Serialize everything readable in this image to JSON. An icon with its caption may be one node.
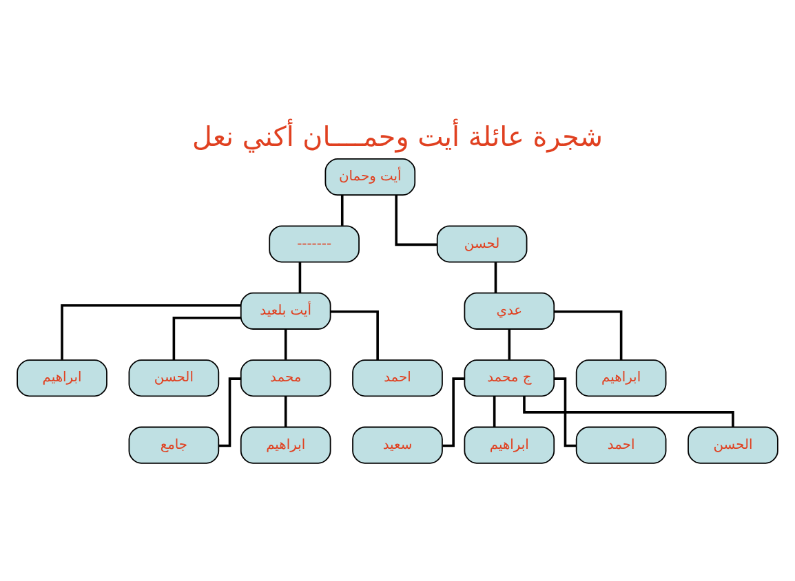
{
  "diagram": {
    "title": "شجرة عائلة أيت وحمــــان أكني نعل",
    "nodes": [
      {
        "text": [
          "أيت وحمان"
        ]
      },
      {
        "text": [
          "-------"
        ]
      },
      {
        "text": [
          "لحسن"
        ]
      },
      {
        "text": [
          "أيت بلعيد"
        ]
      },
      {
        "text": [
          "عدي"
        ]
      },
      {
        "text": [
          "ابراهيم"
        ]
      },
      {
        "text": [
          "الحسن"
        ]
      },
      {
        "text": [
          "محمد"
        ]
      },
      {
        "text": [
          "احمد"
        ]
      },
      {
        "text": [
          "ج محمد"
        ]
      },
      {
        "text": [
          "ابراهيم"
        ]
      },
      {
        "text": [
          "جامع"
        ]
      },
      {
        "text": [
          "ابراهيم"
        ]
      },
      {
        "text": [
          "سعيد"
        ]
      },
      {
        "text": [
          "ابراهيم"
        ]
      },
      {
        "text": [
          "احمد"
        ]
      },
      {
        "text": [
          "الحسن"
        ]
      }
    ],
    "edges": [
      {
        "from": 0,
        "to": 1,
        "arrow": "none"
      },
      {
        "from": 0,
        "to": 2,
        "arrow": "none"
      },
      {
        "from": 1,
        "to": 3,
        "arrow": "none"
      },
      {
        "from": 2,
        "to": 4,
        "arrow": "none"
      },
      {
        "from": 3,
        "to": 5,
        "arrow": "none"
      },
      {
        "from": 3,
        "to": 6,
        "arrow": "none"
      },
      {
        "from": 3,
        "to": 7,
        "arrow": "none"
      },
      {
        "from": 3,
        "to": 8,
        "arrow": "none"
      },
      {
        "from": 4,
        "to": 9,
        "arrow": "none"
      },
      {
        "from": 4,
        "to": 10,
        "arrow": "none"
      },
      {
        "from": 7,
        "to": 11,
        "arrow": "none"
      },
      {
        "from": 7,
        "to": 12,
        "arrow": "none"
      },
      {
        "from": 9,
        "to": 13,
        "arrow": "none"
      },
      {
        "from": 9,
        "to": 14,
        "arrow": "none"
      },
      {
        "from": 9,
        "to": 15,
        "arrow": "none"
      },
      {
        "from": 9,
        "to": 16,
        "arrow": "none"
      }
    ]
  }
}
